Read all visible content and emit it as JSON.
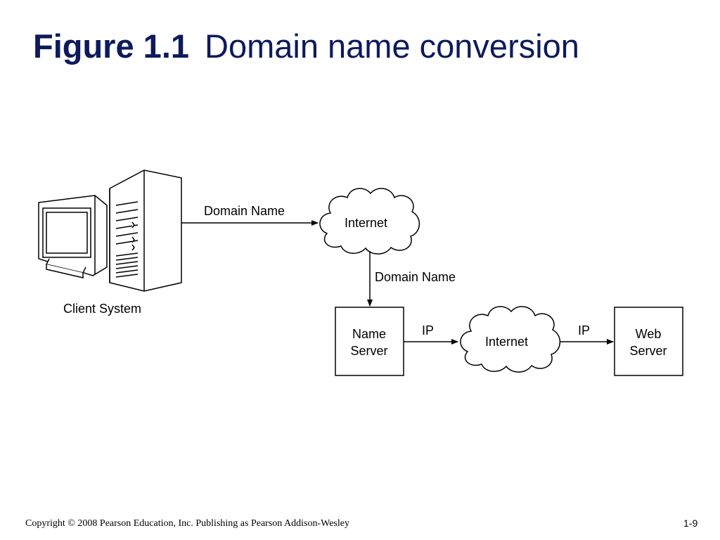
{
  "title": {
    "figure": "Figure 1.1",
    "caption": "Domain name conversion"
  },
  "diagram": {
    "client_label": "Client System",
    "arrow1_label": "Domain Name",
    "cloud1_label": "Internet",
    "arrow2_label": "Domain Name",
    "name_server_line1": "Name",
    "name_server_line2": "Server",
    "arrow3_label": "IP",
    "cloud2_label": "Internet",
    "arrow4_label": "IP",
    "web_server_line1": "Web",
    "web_server_line2": "Server"
  },
  "footer": {
    "copyright": "Copyright © 2008 Pearson Education, Inc. Publishing as Pearson Addison-Wesley",
    "page": "1-9"
  }
}
